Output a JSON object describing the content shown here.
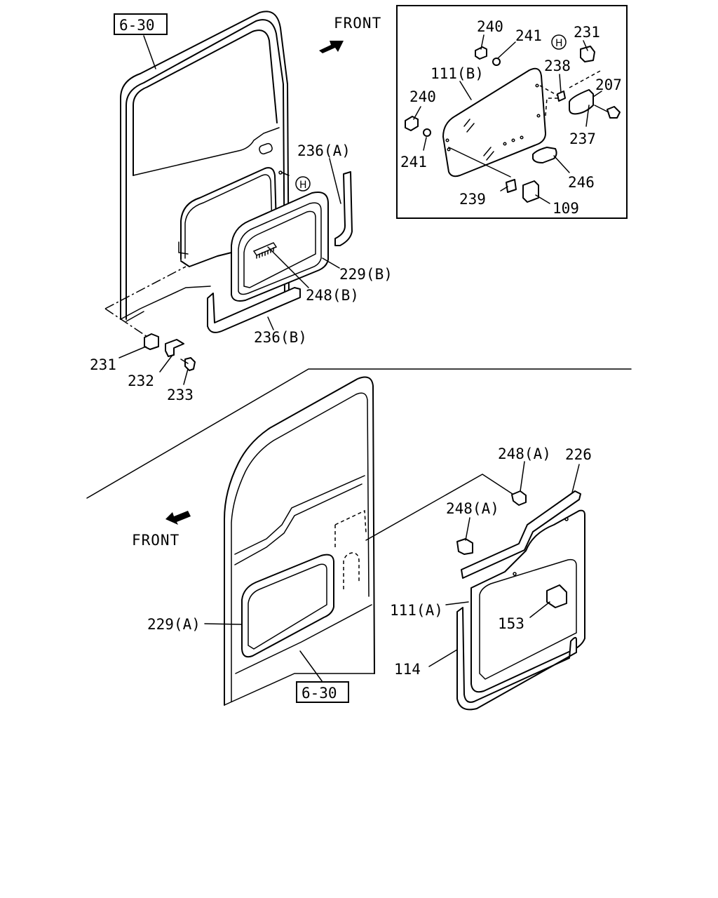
{
  "directions": {
    "front_top": "FRONT",
    "front_bottom": "FRONT"
  },
  "references": {
    "ref_top": "6-30",
    "ref_bottom": "6-30"
  },
  "markers": {
    "h_door": "H",
    "h_inset": "H"
  },
  "callouts": {
    "c240_top": "240",
    "c241_top": "241",
    "c231_inset": "231",
    "c111b": "111(B)",
    "c238": "238",
    "c207": "207",
    "c240_mid": "240",
    "c237": "237",
    "c241_mid": "241",
    "c246": "246",
    "c239": "239",
    "c109": "109",
    "c236a": "236(A)",
    "c229b": "229(B)",
    "c248b": "248(B)",
    "c236b": "236(B)",
    "c231": "231",
    "c232": "232",
    "c233": "233",
    "c248a_1": "248(A)",
    "c226": "226",
    "c248a_2": "248(A)",
    "c111a": "111(A)",
    "c153": "153",
    "c229a": "229(A)",
    "c114": "114"
  },
  "icons": {
    "front_arrow_top": "arrow-icon",
    "front_arrow_bottom": "arrow-icon"
  }
}
